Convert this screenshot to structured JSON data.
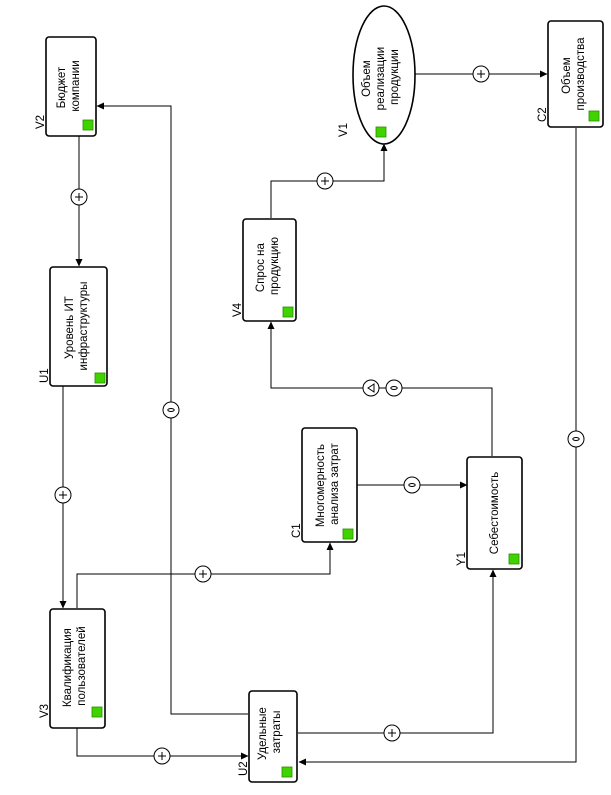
{
  "colors": {
    "status": "#3fd400",
    "line": "#000000",
    "background": "#ffffff"
  },
  "nodes": {
    "v2": {
      "id": "V2",
      "lines": [
        "Бюджет",
        "компании"
      ]
    },
    "u1": {
      "id": "U1",
      "lines": [
        "Уровень ИТ",
        "инфраструктуры"
      ]
    },
    "v3": {
      "id": "V3",
      "lines": [
        "Квалификация",
        "пользователей"
      ]
    },
    "u2": {
      "id": "U2",
      "lines": [
        "Удельные",
        "затраты"
      ]
    },
    "c1": {
      "id": "C1",
      "lines": [
        "Многомерность",
        "анализа затрат"
      ]
    },
    "y1": {
      "id": "Y1",
      "lines": [
        "Себестоимость"
      ]
    },
    "v4": {
      "id": "V4",
      "lines": [
        "Спрос на",
        "продукцию"
      ]
    },
    "v1": {
      "id": "V1",
      "lines": [
        "Объем",
        "реализации",
        "продукции"
      ]
    },
    "c2": {
      "id": "C2",
      "lines": [
        "Объем",
        "производства"
      ]
    }
  },
  "edges": [
    {
      "from": "V2",
      "to": "U1",
      "sign": "+"
    },
    {
      "from": "U1",
      "to": "V3",
      "sign": "+"
    },
    {
      "from": "V3",
      "to": "U2",
      "sign": "+"
    },
    {
      "from": "V3",
      "to": "C1",
      "sign": "+"
    },
    {
      "from": "U2",
      "to": "V2",
      "sign": "0"
    },
    {
      "from": "U2",
      "to": "Y1",
      "sign": "+"
    },
    {
      "from": "C1",
      "to": "Y1",
      "sign": "0"
    },
    {
      "from": "Y1",
      "to": "V4",
      "sign": "0",
      "delay": true
    },
    {
      "from": "V4",
      "to": "V1",
      "sign": "+"
    },
    {
      "from": "V1",
      "to": "C2",
      "sign": "+"
    },
    {
      "from": "C2",
      "to": "U2",
      "sign": "0"
    }
  ]
}
